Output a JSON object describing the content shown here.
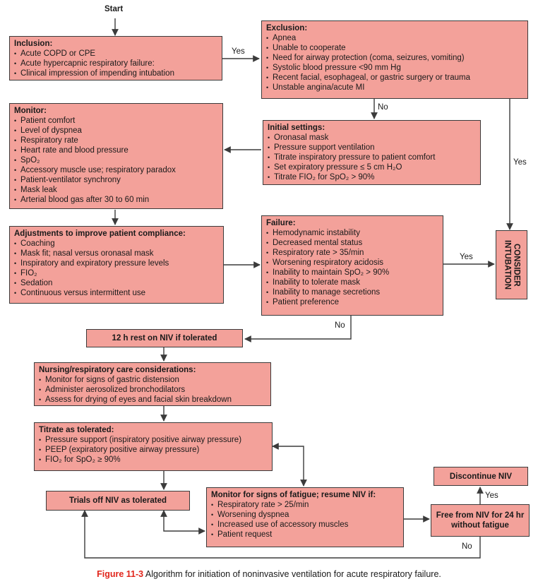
{
  "start_label": "Start",
  "boxes": {
    "inclusion": {
      "title": "Inclusion:",
      "items": [
        "Acute COPD or CPE",
        "Acute hypercapnic respiratory failure:",
        "Clinical impression of impending intubation"
      ]
    },
    "exclusion": {
      "title": "Exclusion:",
      "items": [
        "Apnea",
        "Unable to cooperate",
        "Need for airway protection (coma, seizures, vomiting)",
        "Systolic blood pressure <90 mm Hg",
        "Recent facial, esophageal, or gastric surgery or trauma",
        "Unstable angina/acute MI"
      ]
    },
    "monitor": {
      "title": "Monitor:",
      "items": [
        "Patient comfort",
        "Level of dyspnea",
        "Respiratory rate",
        "Heart rate and blood pressure",
        "SpO₂",
        "Accessory muscle use; respiratory paradox",
        "Patient-ventilator synchrony",
        "Mask leak",
        "Arterial blood gas after 30 to 60 min"
      ]
    },
    "initial": {
      "title": "Initial settings:",
      "items": [
        "Oronasal mask",
        "Pressure support ventilation",
        "Titrate inspiratory pressure to patient comfort",
        "Set expiratory pressure ≤ 5 cm H₂O",
        "Titrate FIO₂ for SpO₂ > 90%"
      ]
    },
    "adjust": {
      "title": "Adjustments to improve patient compliance:",
      "items": [
        "Coaching",
        "Mask fit; nasal versus oronasal mask",
        "Inspiratory and expiratory pressure levels",
        "FIO₂",
        "Sedation",
        "Continuous versus intermittent use"
      ]
    },
    "failure": {
      "title": "Failure:",
      "items": [
        "Hemodynamic instability",
        "Decreased mental status",
        "Respiratory rate > 35/min",
        "Worsening respiratory acidosis",
        "Inability to maintain SpO₂ > 90%",
        "Inability to tolerate mask",
        "Inability to manage secretions",
        "Patient preference"
      ]
    },
    "consider": {
      "text": "CONSIDER INTUBATION"
    },
    "rest": {
      "text": "12 h rest on NIV if tolerated"
    },
    "nursing": {
      "title": "Nursing/respiratory care considerations:",
      "items": [
        "Monitor for signs of gastric distension",
        "Administer aerosolized bronchodilators",
        "Assess for drying of eyes and facial skin breakdown"
      ]
    },
    "titrate": {
      "title": "Titrate as tolerated:",
      "items": [
        "Pressure support (inspiratory positive airway pressure)",
        "PEEP (expiratory positive airway pressure)",
        "FIO₂ for SpO₂ ≥ 90%"
      ]
    },
    "trials": {
      "text": "Trials off NIV as tolerated"
    },
    "fatigue": {
      "title": "Monitor for signs of fatigue; resume NIV if:",
      "items": [
        "Respiratory rate > 25/min",
        "Worsening dyspnea",
        "Increased use of accessory muscles",
        "Patient request"
      ]
    },
    "free": {
      "text": "Free from NIV for 24 hr without fatigue"
    },
    "discontinue": {
      "text": "Discontinue NIV"
    }
  },
  "edge_labels": {
    "yes_inclusion": "Yes",
    "no_exclusion": "No",
    "yes_exclusion": "Yes",
    "yes_failure": "Yes",
    "no_failure": "No",
    "yes_free": "Yes",
    "no_free": "No"
  },
  "caption": {
    "figure": "Figure 11-3",
    "text": "Algorithm for initiation of noninvasive ventilation for acute respiratory failure."
  },
  "colors": {
    "box_fill": "#f3a19a",
    "box_border": "#3b3b3b",
    "figure_label": "#e1251b"
  }
}
